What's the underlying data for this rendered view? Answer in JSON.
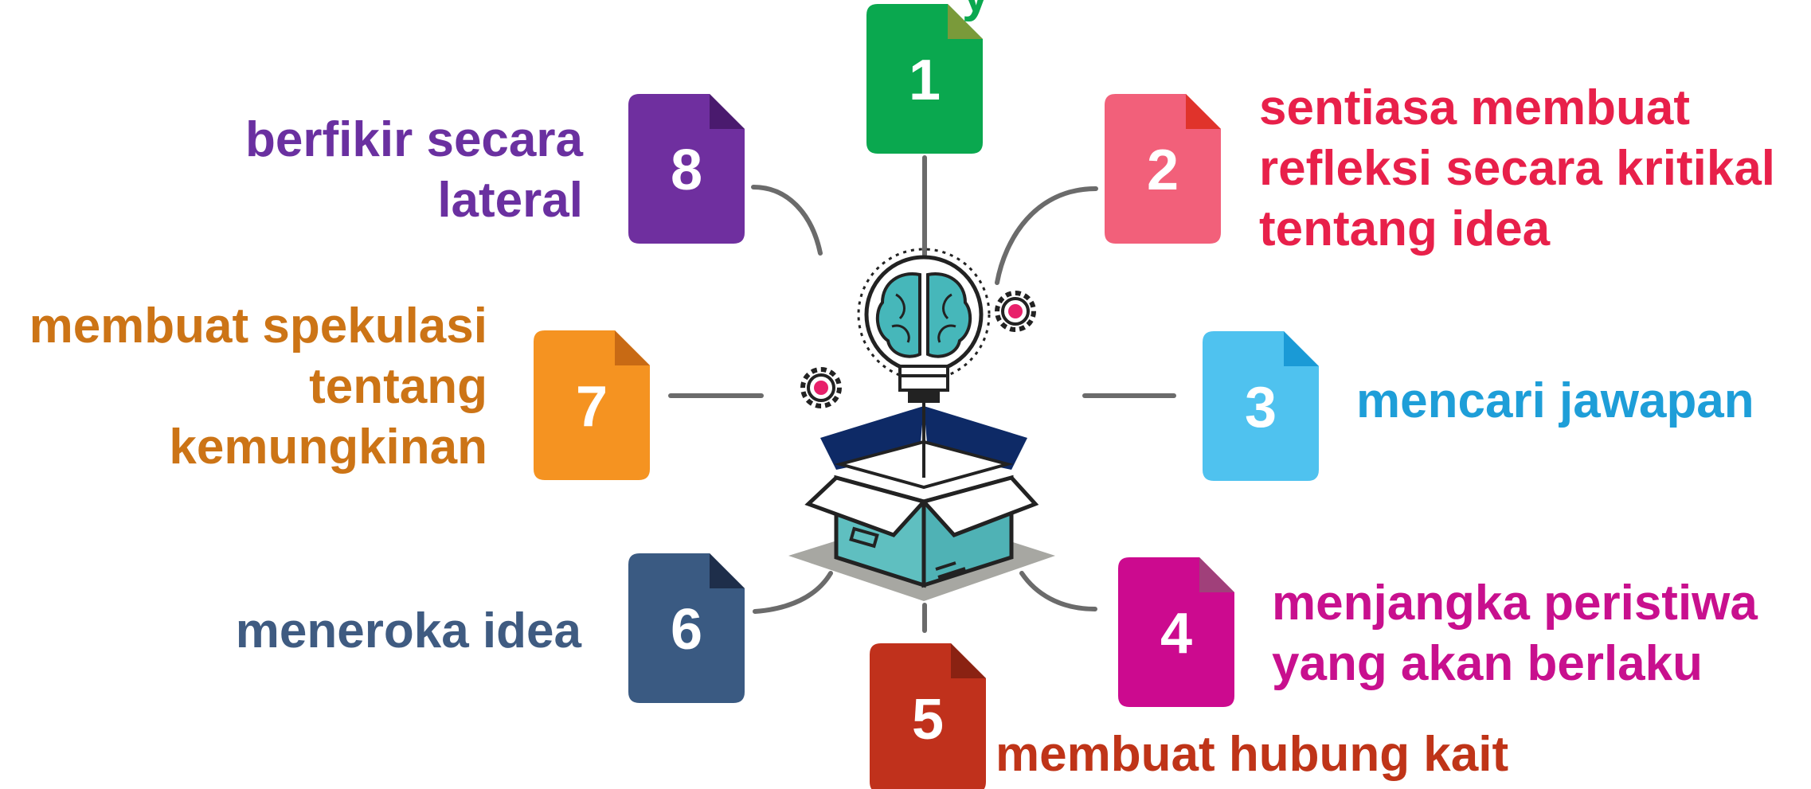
{
  "diagram": {
    "center_graphic": "box-with-lightbulb-brain",
    "items": [
      {
        "number": "1",
        "color": "#0aa84f",
        "fold_color": "#7a9a3a",
        "label_lines": [
          "y"
        ]
      },
      {
        "number": "2",
        "color": "#f2607a",
        "fold_color": "#e0332b",
        "label_color": "#e8204a",
        "label_lines": [
          "sentiasa membuat",
          "refleksi secara kritikal",
          "tentang idea"
        ]
      },
      {
        "number": "3",
        "color": "#4fc2ef",
        "fold_color": "#1a9ad6",
        "label_color": "#1e9ed8",
        "label_lines": [
          "mencari jawapan"
        ]
      },
      {
        "number": "4",
        "color": "#cc0a8f",
        "fold_color": "#a0407a",
        "label_color": "#c8108e",
        "label_lines": [
          "menjangka peristiwa",
          "yang akan berlaku"
        ]
      },
      {
        "number": "5",
        "color": "#c0311c",
        "fold_color": "#8a2212",
        "label_color": "#bf3418",
        "label_lines": [
          "membuat hubung kait"
        ]
      },
      {
        "number": "6",
        "color": "#3a5a82",
        "fold_color": "#1e2e4a",
        "label_color": "#3f5b81",
        "label_lines": [
          "meneroka idea"
        ]
      },
      {
        "number": "7",
        "color": "#f59321",
        "fold_color": "#c86a14",
        "label_color": "#cc7416",
        "label_lines": [
          "membuat spekulasi",
          "tentang",
          "kemungkinan"
        ]
      },
      {
        "number": "8",
        "color": "#6f2f9f",
        "fold_color": "#4a1a6e",
        "label_color": "#6a30a0",
        "label_lines": [
          "berfikir secara",
          "lateral"
        ]
      }
    ]
  }
}
